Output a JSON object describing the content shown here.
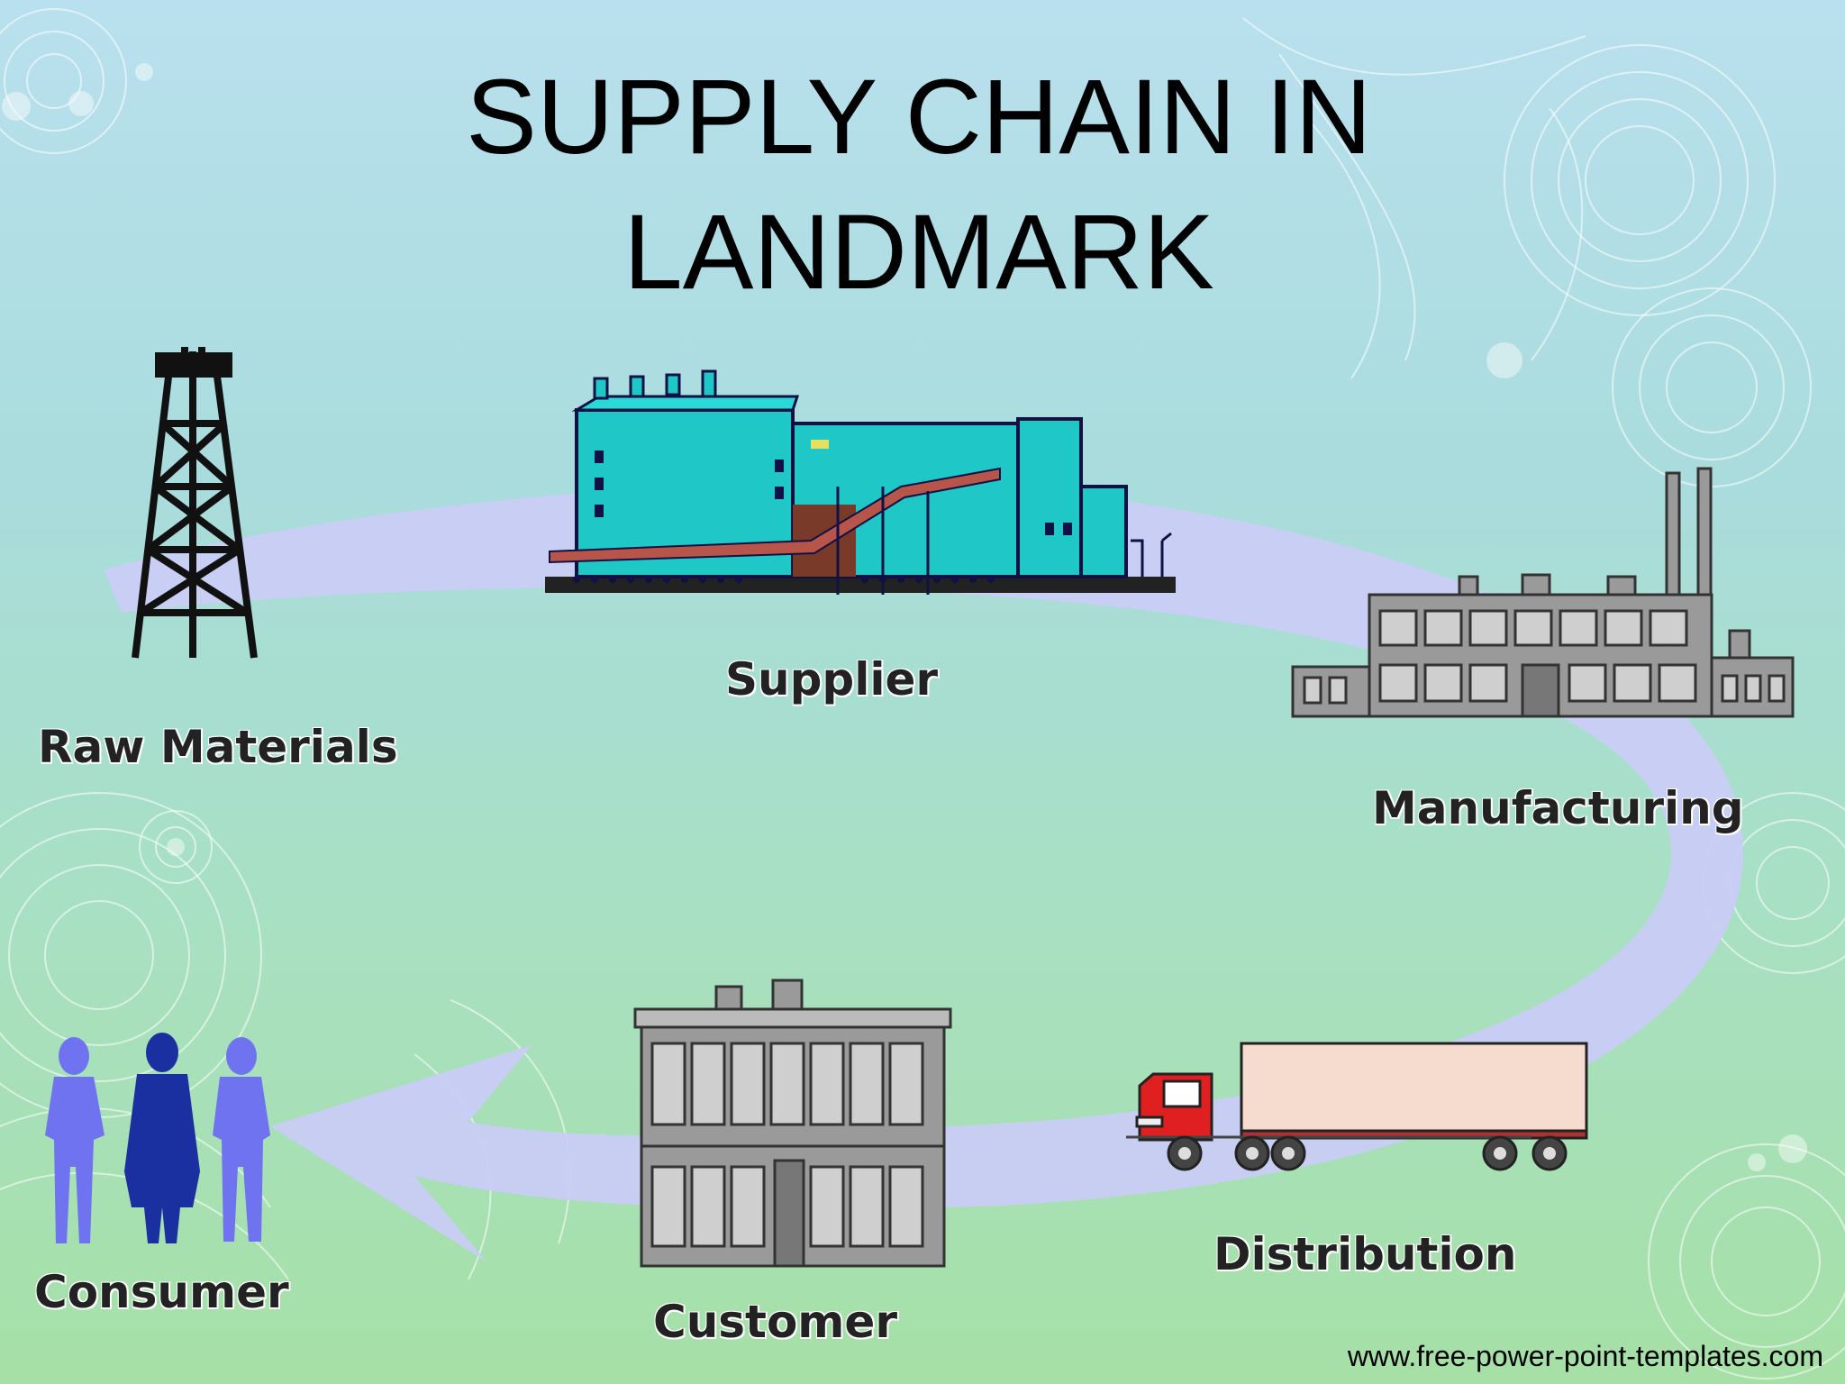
{
  "slide": {
    "title_line1": "SUPPLY CHAIN IN",
    "title_line2": "LANDMARK",
    "footer": "www.free-power-point-templates.com"
  },
  "stages": {
    "raw_materials": {
      "label": "Raw Materials",
      "icon": "oil-derrick-icon"
    },
    "supplier": {
      "label": "Supplier",
      "icon": "factory-plant-icon"
    },
    "manufacturing": {
      "label": "Manufacturing",
      "icon": "manufacturing-plant-icon"
    },
    "distribution": {
      "label": "Distribution",
      "icon": "semi-truck-icon"
    },
    "customer": {
      "label": "Customer",
      "icon": "store-building-icon"
    },
    "consumer": {
      "label": "Consumer",
      "icon": "people-silhouettes-icon"
    }
  },
  "colors": {
    "arrow": "#c9ccf5",
    "supplier_building": "#1fc7c7",
    "buildings_gray": "#9a9a9a",
    "truck_cab": "#e02020",
    "trailer": "#f6dccf",
    "consumer_light": "#6f73f0",
    "consumer_dark": "#1a2fa0"
  }
}
